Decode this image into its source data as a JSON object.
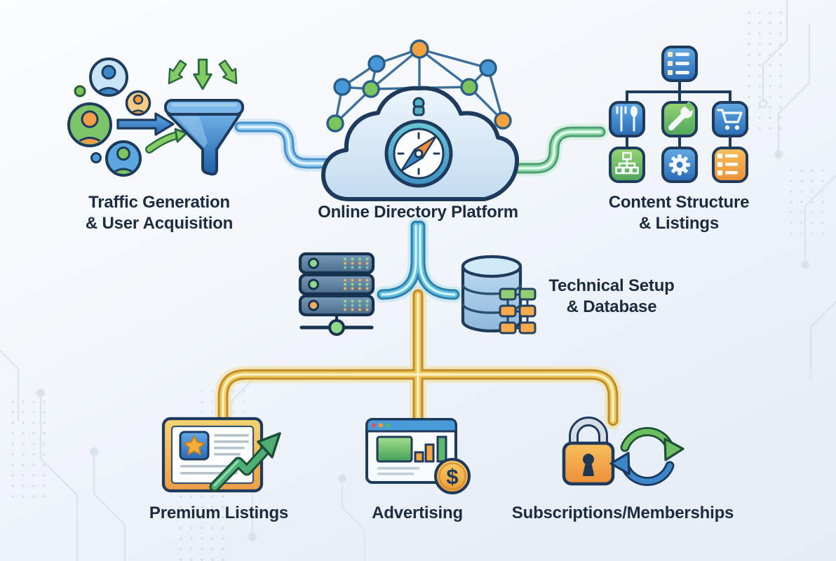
{
  "diagram": {
    "title": "Online Directory Platform",
    "nodes": {
      "traffic": {
        "line1": "Traffic Generation",
        "line2": "& User Acquisition"
      },
      "platform": {
        "label": "Online Directory Platform"
      },
      "content": {
        "line1": "Content Structure",
        "line2": "& Listings"
      },
      "technical": {
        "line1": "Technical Setup",
        "line2": "& Database"
      },
      "premium": {
        "label": "Premium Listings"
      },
      "advertising": {
        "label": "Advertising"
      },
      "subscriptions": {
        "label": "Subscriptions/Memberships"
      }
    },
    "icons_text": {
      "dollar": "$"
    },
    "icons": {
      "traffic": [
        "user-avatars",
        "inflow-arrows",
        "funnel"
      ],
      "platform": [
        "network-graph",
        "cloud",
        "compass"
      ],
      "content": [
        "list",
        "restaurant",
        "wrench",
        "shopping-cart",
        "sitemap",
        "gear",
        "orange-list"
      ],
      "technical": [
        "server-rack",
        "database-cylinder",
        "schema-blocks"
      ],
      "premium": [
        "certificate",
        "star",
        "growth-arrow"
      ],
      "advertising": [
        "browser-window",
        "bar-chart",
        "dollar-coin"
      ],
      "subscriptions": [
        "padlock",
        "recurring-arrows"
      ]
    },
    "connectors": [
      {
        "from": "traffic",
        "to": "platform",
        "style": "glossy-tube",
        "color": "#8ec9ef"
      },
      {
        "from": "platform",
        "to": "content",
        "style": "glossy-tube",
        "color": "#8fd9ab"
      },
      {
        "from": "platform",
        "to": "technical",
        "style": "glossy-tube-branch",
        "color": "#5fc0dd"
      },
      {
        "from": "platform",
        "to": "revenue",
        "style": "glossy-tube-3-way",
        "color": "#edc85e",
        "targets": [
          "premium",
          "advertising",
          "subscriptions"
        ]
      }
    ],
    "colors": {
      "background": "#eef3f9",
      "outline": "#1e3a5c",
      "label_text": "#1d2b40",
      "blue": "#3f8ccc",
      "green": "#7cc55e",
      "orange": "#f2a340",
      "teal": "#52b7d0",
      "gold": "#e7bd4e"
    }
  }
}
